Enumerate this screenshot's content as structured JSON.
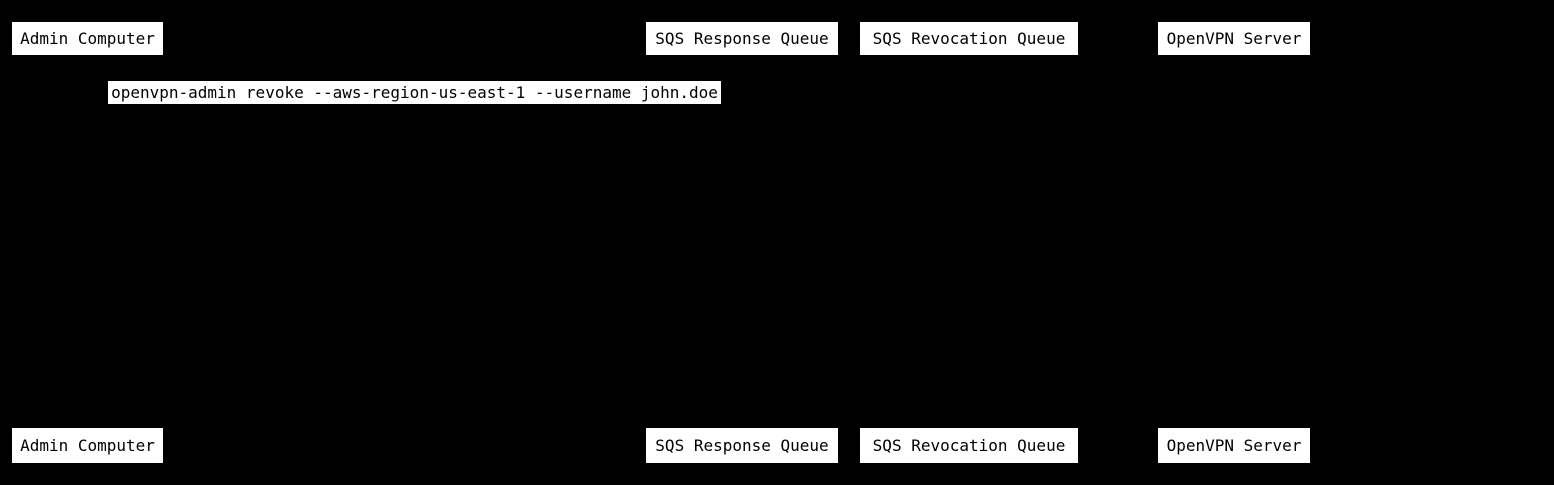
{
  "diagram": {
    "type": "sequence",
    "background_color": "#000000",
    "node_fill_color": "#ffffff",
    "node_text_color": "#000000",
    "participants": [
      {
        "label": "Admin Computer"
      },
      {
        "label": "SQS Response Queue"
      },
      {
        "label": "SQS Revocation Queue"
      },
      {
        "label": "OpenVPN Server"
      }
    ],
    "messages": [
      {
        "label": "openvpn-admin revoke --aws-region-us-east-1 --username john.doe"
      }
    ]
  }
}
